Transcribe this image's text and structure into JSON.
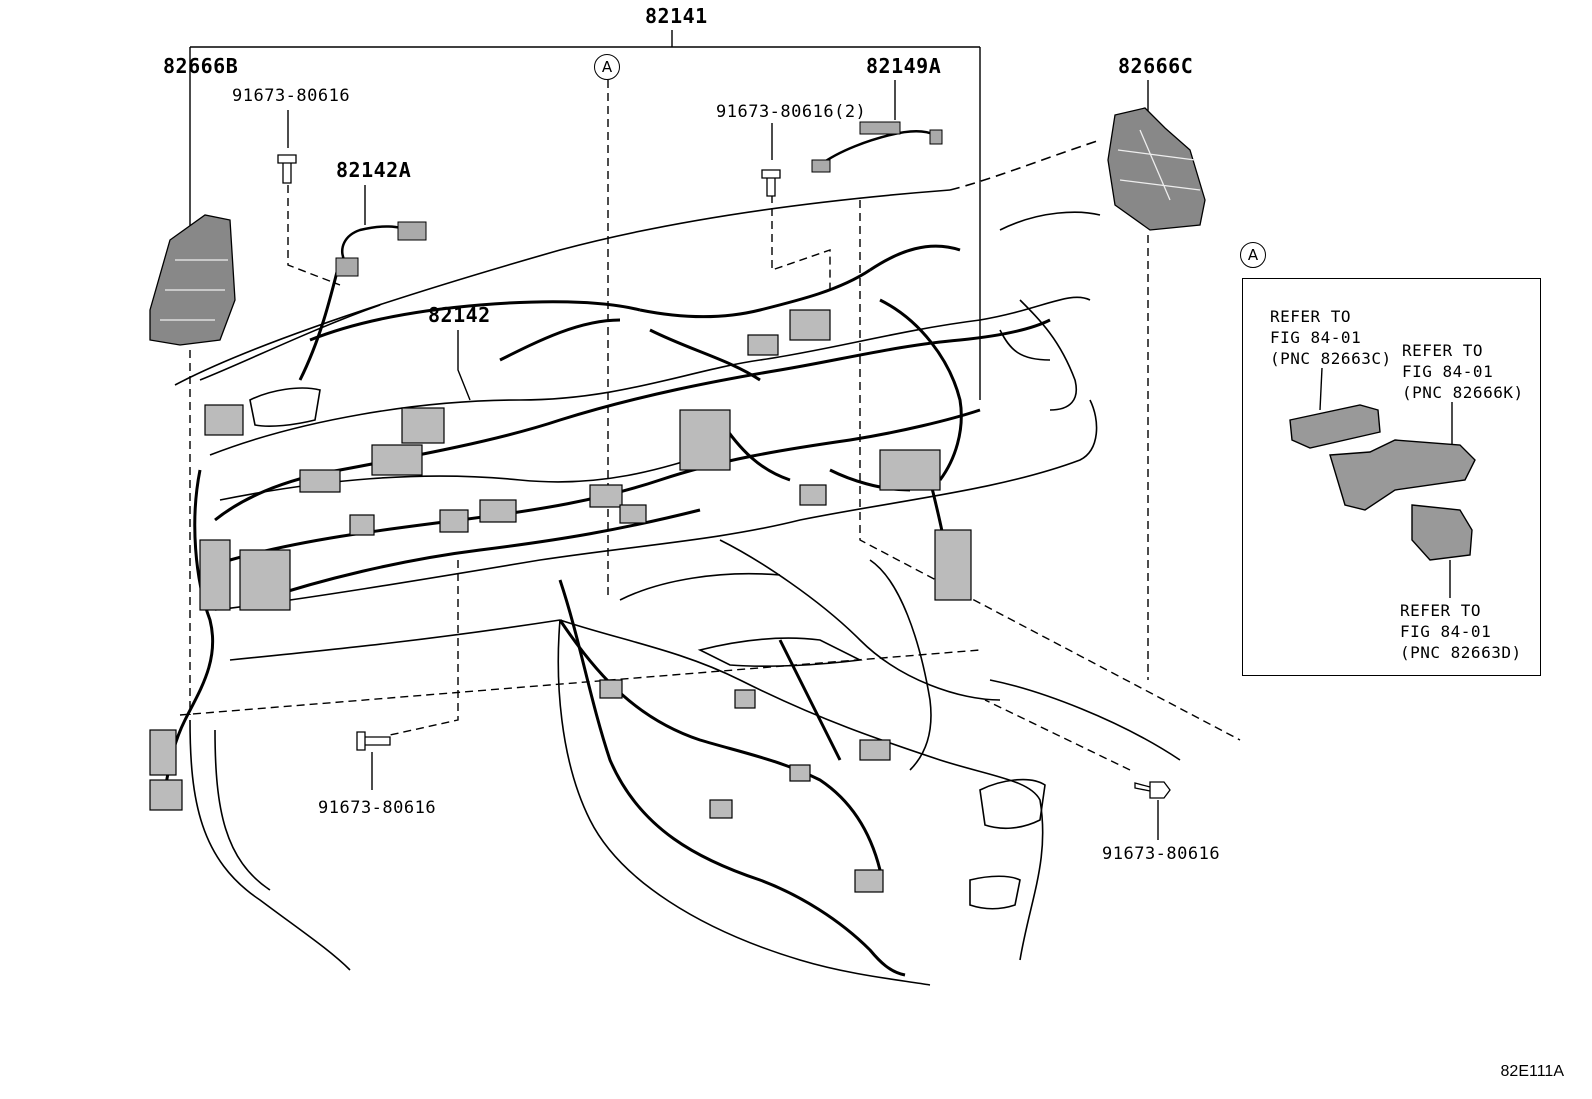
{
  "parts": {
    "assembly": "82141",
    "left_block": "82666B",
    "right_block": "82666C",
    "upper_harness": "82149A",
    "short_harness": "82142A",
    "main_harness": "82142",
    "bolt_top_left": "91673-80616",
    "bolt_top_center": "91673-80616(2)",
    "bolt_bottom_left": "91673-80616",
    "bolt_bottom_right": "91673-80616"
  },
  "markers": {
    "view_a_main": "A",
    "view_a_detail": "A"
  },
  "detail_a": {
    "ref_1": [
      "REFER TO",
      "FIG 84-01",
      "(PNC 82663C)"
    ],
    "ref_2": [
      "REFER TO",
      "FIG 84-01",
      "(PNC 82666K)"
    ],
    "ref_3": [
      "REFER TO",
      "FIG 84-01",
      "(PNC 82663D)"
    ]
  },
  "drawing_code": "82E111A"
}
